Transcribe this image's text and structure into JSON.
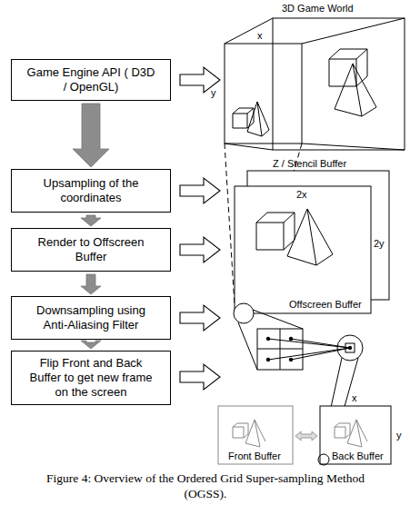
{
  "diagram": {
    "caption": "Figure 4: Overview of the Ordered Grid Super-sampling Method (OGSS).",
    "nodes": [
      {
        "text": [
          "Game Engine API ( D3D / OpenGL)"
        ]
      },
      {
        "text": [
          "Upsampling of the coordinates"
        ]
      },
      {
        "text": [
          "Render to Offscreen Buffer"
        ]
      },
      {
        "text": [
          "Downsampling using Anti-Aliasing Filter"
        ]
      },
      {
        "text": [
          "Flip Front and Back Buffer to get new frame on the screen"
        ]
      }
    ],
    "edges": [
      {
        "from": 0,
        "to": 1,
        "arrow": "to"
      },
      {
        "from": 1,
        "to": 2,
        "arrow": "to"
      },
      {
        "from": 2,
        "to": 3,
        "arrow": "to"
      },
      {
        "from": 3,
        "to": 4,
        "arrow": "to"
      }
    ],
    "labels": [
      "3D Game World",
      "x",
      "y",
      "Z / Stencil Buffer",
      "2x",
      "2y",
      "Offscreen Buffer",
      "Front Buffer",
      "Back Buffer",
      "x",
      "y"
    ]
  }
}
